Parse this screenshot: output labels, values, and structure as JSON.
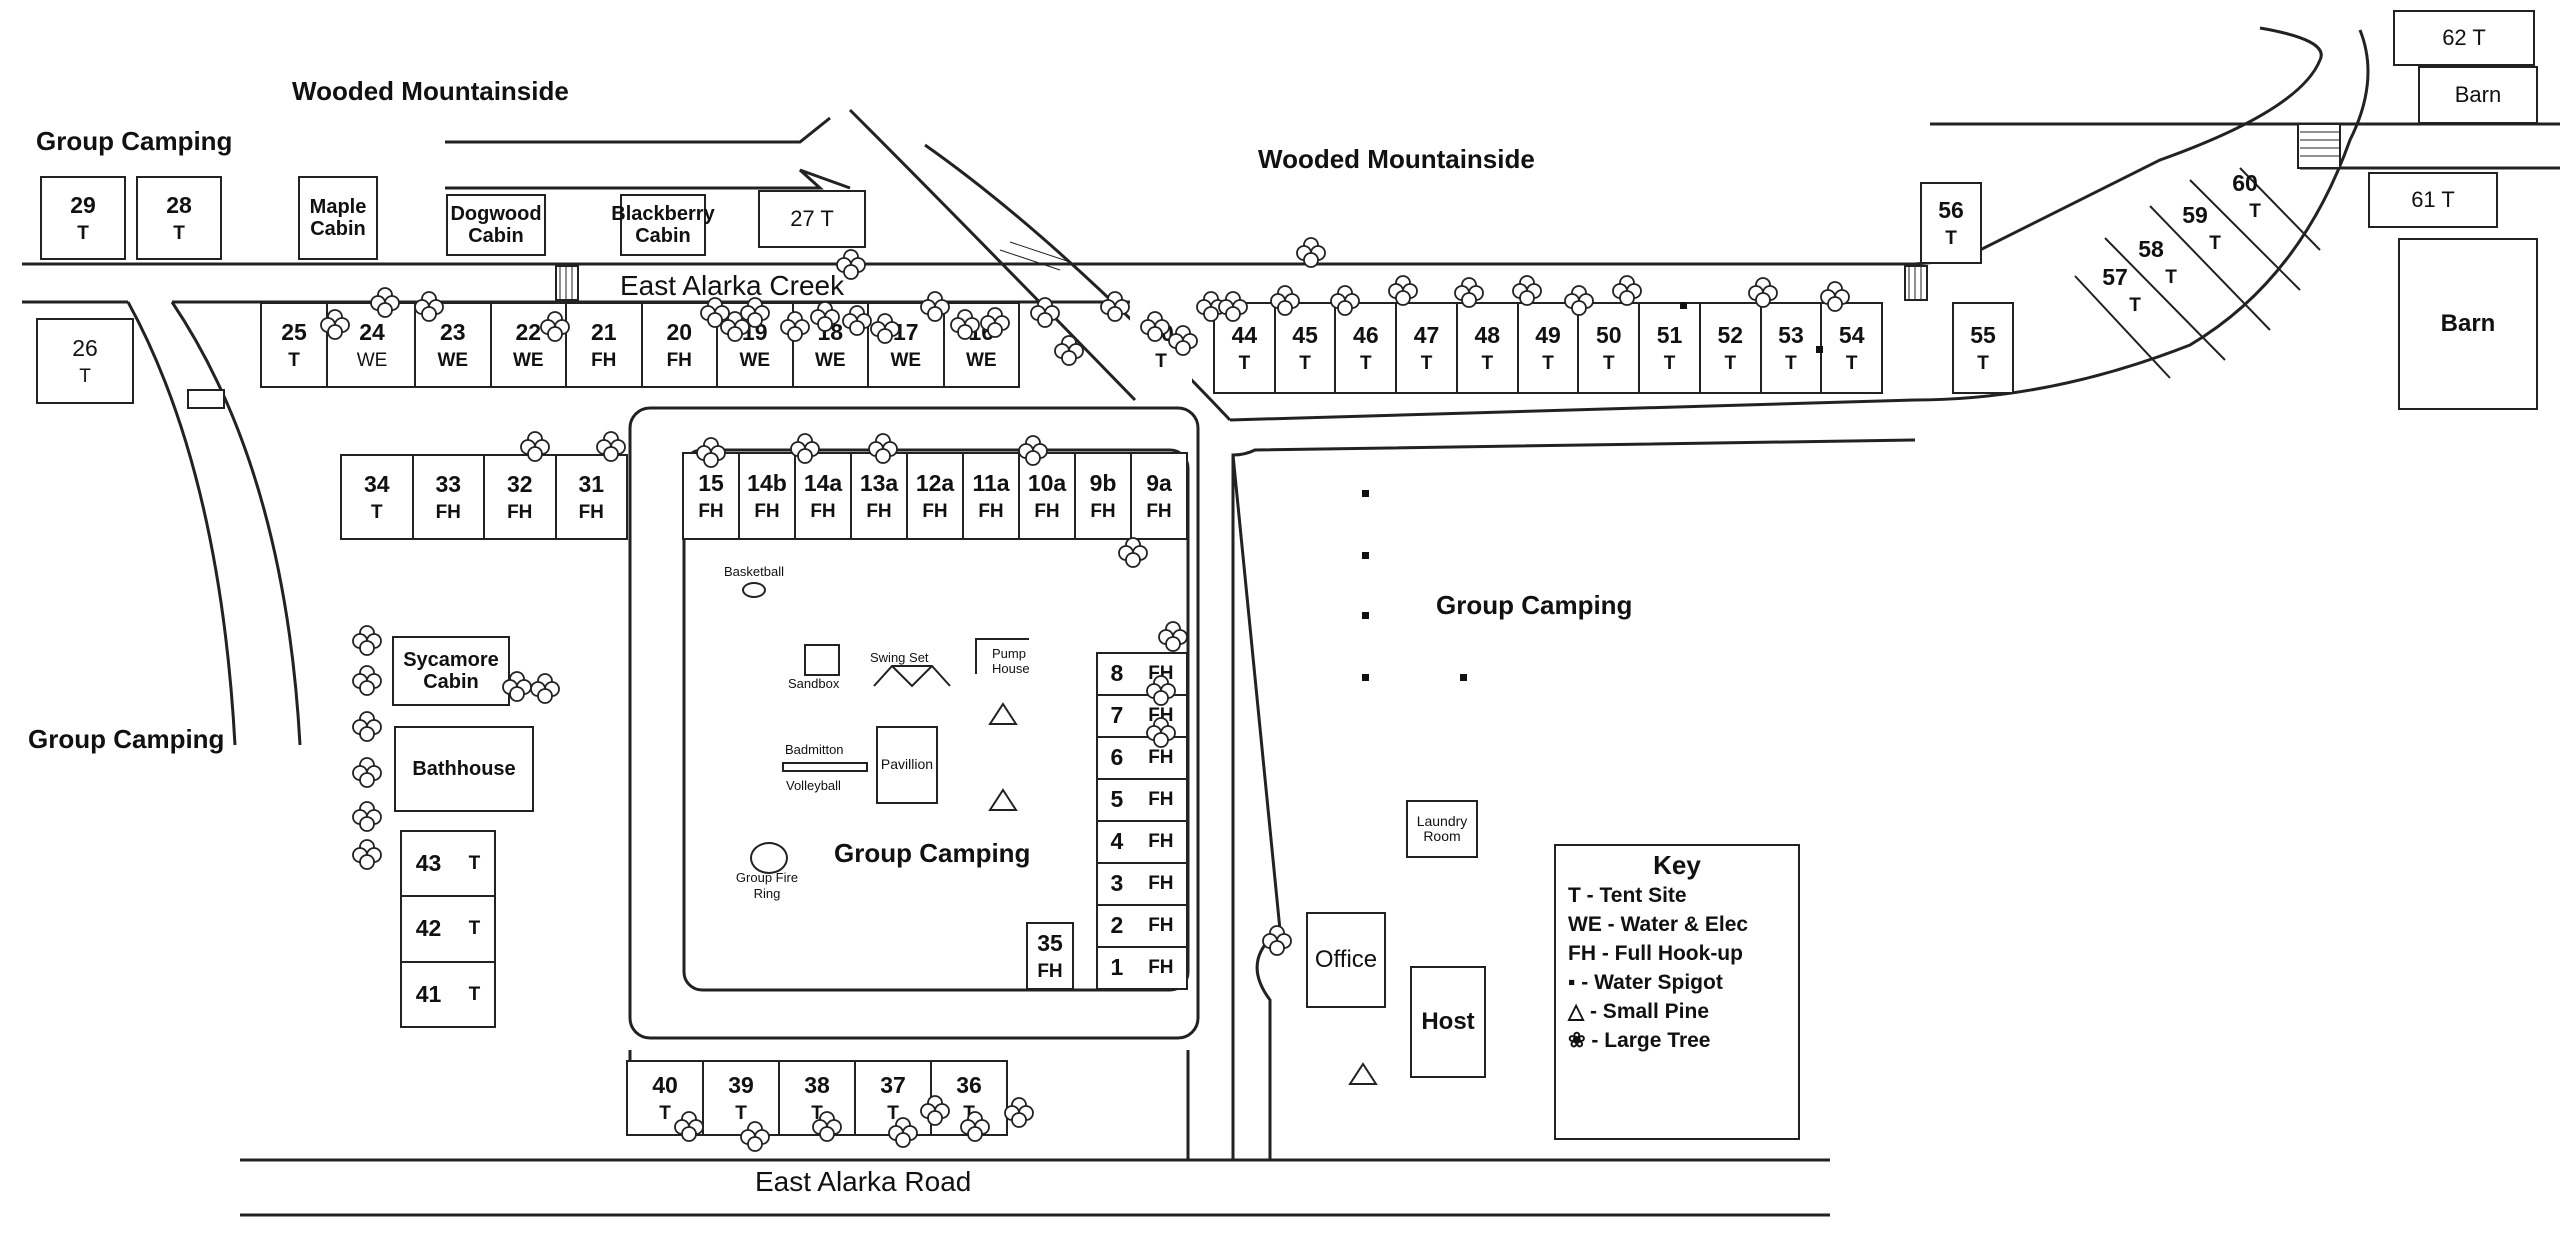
{
  "labels": {
    "wooded_mountainside_left": "Wooded Mountainside",
    "wooded_mountainside_right": "Wooded Mountainside",
    "group_camping_top_left": "Group Camping",
    "group_camping_left": "Group Camping",
    "group_camping_center": "Group Camping",
    "group_camping_right": "Group Camping",
    "creek": "East Alarka Creek",
    "road": "East Alarka Road"
  },
  "sites": {
    "s29": {
      "num": "29",
      "type": "T"
    },
    "s28": {
      "num": "28",
      "type": "T"
    },
    "s27": {
      "label": "27 T"
    },
    "s26": {
      "num": "26",
      "type": "T"
    },
    "s25": {
      "num": "25",
      "type": "T"
    },
    "s24": {
      "num": "24",
      "type": "WE"
    },
    "s23": {
      "num": "23",
      "type": "WE"
    },
    "s22": {
      "num": "22",
      "type": "WE"
    },
    "s21": {
      "num": "21",
      "type": "FH"
    },
    "s20": {
      "num": "20",
      "type": "FH"
    },
    "s19": {
      "num": "19",
      "type": "WE"
    },
    "s18": {
      "num": "18",
      "type": "WE"
    },
    "s17": {
      "num": "17",
      "type": "WE"
    },
    "s16": {
      "num": "16",
      "type": "WE"
    },
    "s30": {
      "num": "30",
      "type": "T"
    },
    "s44": {
      "num": "44",
      "type": "T"
    },
    "s45": {
      "num": "45",
      "type": "T"
    },
    "s46": {
      "num": "46",
      "type": "T"
    },
    "s47": {
      "num": "47",
      "type": "T"
    },
    "s48": {
      "num": "48",
      "type": "T"
    },
    "s49": {
      "num": "49",
      "type": "T"
    },
    "s50": {
      "num": "50",
      "type": "T"
    },
    "s51": {
      "num": "51",
      "type": "T"
    },
    "s52": {
      "num": "52",
      "type": "T"
    },
    "s53": {
      "num": "53",
      "type": "T"
    },
    "s54": {
      "num": "54",
      "type": "T"
    },
    "s55": {
      "num": "55",
      "type": "T"
    },
    "s56": {
      "num": "56",
      "type": "T"
    },
    "s57": {
      "num": "57",
      "type": "T"
    },
    "s58": {
      "num": "58",
      "type": "T"
    },
    "s59": {
      "num": "59",
      "type": "T"
    },
    "s60": {
      "num": "60",
      "type": "T"
    },
    "s61": {
      "label": "61 T"
    },
    "s62": {
      "label": "62 T"
    },
    "s34": {
      "num": "34",
      "type": "T"
    },
    "s33": {
      "num": "33",
      "type": "FH"
    },
    "s32": {
      "num": "32",
      "type": "FH"
    },
    "s31": {
      "num": "31",
      "type": "FH"
    },
    "s15": {
      "num": "15",
      "type": "FH"
    },
    "s14b": {
      "num": "14b",
      "type": "FH"
    },
    "s14a": {
      "num": "14a",
      "type": "FH"
    },
    "s13a": {
      "num": "13a",
      "type": "FH"
    },
    "s12a": {
      "num": "12a",
      "type": "FH"
    },
    "s11a": {
      "num": "11a",
      "type": "FH"
    },
    "s10a": {
      "num": "10a",
      "type": "FH"
    },
    "s9b": {
      "num": "9b",
      "type": "FH"
    },
    "s9a": {
      "num": "9a",
      "type": "FH"
    },
    "s8": {
      "num": "8",
      "type": "FH"
    },
    "s7": {
      "num": "7",
      "type": "FH"
    },
    "s6": {
      "num": "6",
      "type": "FH"
    },
    "s5": {
      "num": "5",
      "type": "FH"
    },
    "s4": {
      "num": "4",
      "type": "FH"
    },
    "s3": {
      "num": "3",
      "type": "FH"
    },
    "s2": {
      "num": "2",
      "type": "FH"
    },
    "s1": {
      "num": "1",
      "type": "FH"
    },
    "s35": {
      "num": "35",
      "type": "FH"
    },
    "s43": {
      "num": "43",
      "type": "T"
    },
    "s42": {
      "num": "42",
      "type": "T"
    },
    "s41": {
      "num": "41",
      "type": "T"
    },
    "s40": {
      "num": "40",
      "type": "T"
    },
    "s39": {
      "num": "39",
      "type": "T"
    },
    "s38": {
      "num": "38",
      "type": "T"
    },
    "s37": {
      "num": "37",
      "type": "T"
    },
    "s36": {
      "num": "36",
      "type": "T"
    }
  },
  "buildings": {
    "maple": "Maple Cabin",
    "dogwood": "Dogwood Cabin",
    "blackberry": "Blackberry Cabin",
    "sycamore": "Sycamore Cabin",
    "bathhouse": "Bathhouse",
    "barn_top": "Barn",
    "barn_right": "Barn",
    "office": "Office",
    "host": "Host",
    "laundry": "Laundry Room"
  },
  "amenities": {
    "basketball": "Basketball",
    "sandbox": "Sandbox",
    "swing_set": "Swing Set",
    "pump_house": "Pump House",
    "badminton": "Badmitton",
    "volleyball": "Volleyball",
    "pavilion": "Pavillion",
    "fire_ring": "Group Fire Ring"
  },
  "key": {
    "title": "Key",
    "items": [
      "T  -  Tent Site",
      "WE -  Water & Elec",
      "FH -  Full Hook-up",
      "▪  -  Water Spigot",
      "△ -  Small Pine",
      "❀ -  Large Tree"
    ]
  }
}
